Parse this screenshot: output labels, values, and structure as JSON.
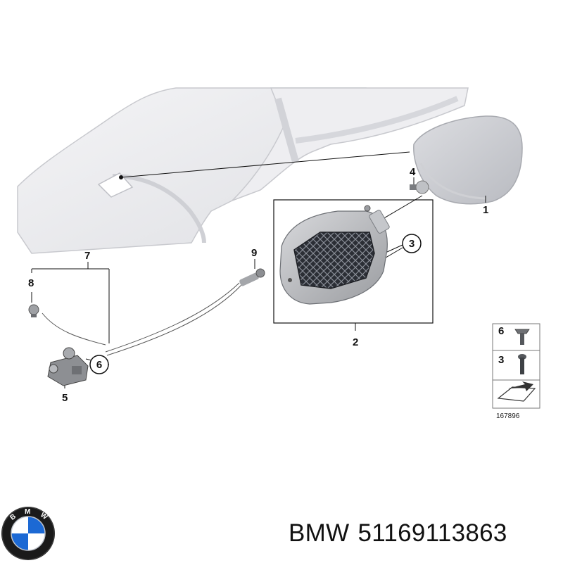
{
  "diagram": {
    "callouts": {
      "part_1": "1",
      "part_2": "2",
      "part_3": "3",
      "part_4": "4",
      "part_5": "5",
      "part_6": "6",
      "part_7": "7",
      "part_8": "8",
      "part_9": "9"
    },
    "legend": {
      "row_top_label": "6",
      "row_bottom_label": "3",
      "catalog_number": "167896"
    }
  },
  "logo": {
    "letters": "BMW",
    "colors": {
      "blue": "#1c69d4",
      "white": "#ffffff",
      "ring": "#1a1a1a"
    }
  },
  "caption": {
    "brand": "BMW",
    "part_number": "51169113863"
  }
}
